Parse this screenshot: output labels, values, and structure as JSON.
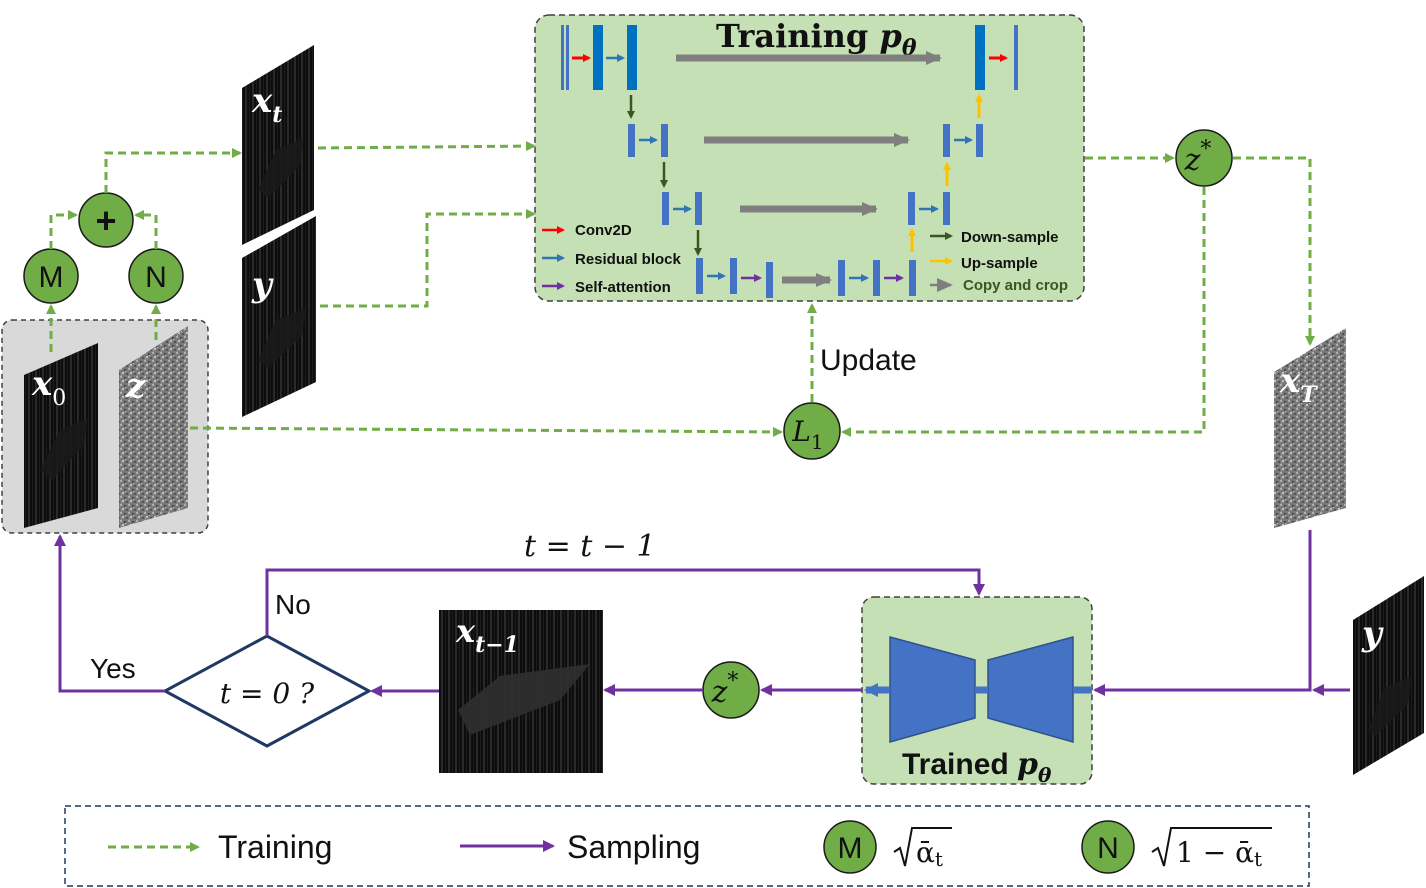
{
  "colors": {
    "training_green": "#70ad47",
    "node_fill": "#70ad47",
    "panel_fill": "#c5e0b4",
    "sampling_purple": "#7030a0",
    "unet_blue": "#4472c4",
    "conv_blue": "#0070c0",
    "arrow_red": "#ff0000",
    "arrow_gray": "#7f7f7f",
    "arrow_darkgreen": "#385723",
    "arrow_orange": "#ffc000"
  },
  "training_panel": {
    "title": "Training",
    "title_param": "p",
    "title_sub": "θ",
    "legend": {
      "conv2d": "Conv2D",
      "residual": "Residual block",
      "attention": "Self-attention",
      "down": "Down-sample",
      "up": "Up-sample",
      "copy": "Copy and crop"
    }
  },
  "images": {
    "xt": {
      "base": "x",
      "sub": "t"
    },
    "y": {
      "base": "y"
    },
    "x0": {
      "base": "x",
      "sub": "0"
    },
    "z": {
      "base": "z"
    },
    "xT": {
      "base": "x",
      "sub": "T"
    },
    "y2": {
      "base": "y"
    },
    "xt1": {
      "base": "x",
      "sub": "t−1"
    }
  },
  "nodes": {
    "plus": "+",
    "M": "M",
    "N": "N",
    "z_star_base": "z",
    "z_star_sup": "*",
    "l1_base": "L",
    "l1_sub": "1"
  },
  "labels": {
    "update": "Update",
    "t_update": "t  =  t − 1",
    "no": "No",
    "yes": "Yes",
    "decision": "t = 0 ?",
    "trained": "Trained",
    "trained_param": "p",
    "trained_sub": "θ"
  },
  "legend": {
    "training": "Training",
    "sampling": "Sampling",
    "M": "M",
    "N": "N",
    "m_formula": "ᾱ",
    "m_formula_sub": "t",
    "n_formula_prefix": "1 − ᾱ",
    "n_formula_sub": "t"
  }
}
